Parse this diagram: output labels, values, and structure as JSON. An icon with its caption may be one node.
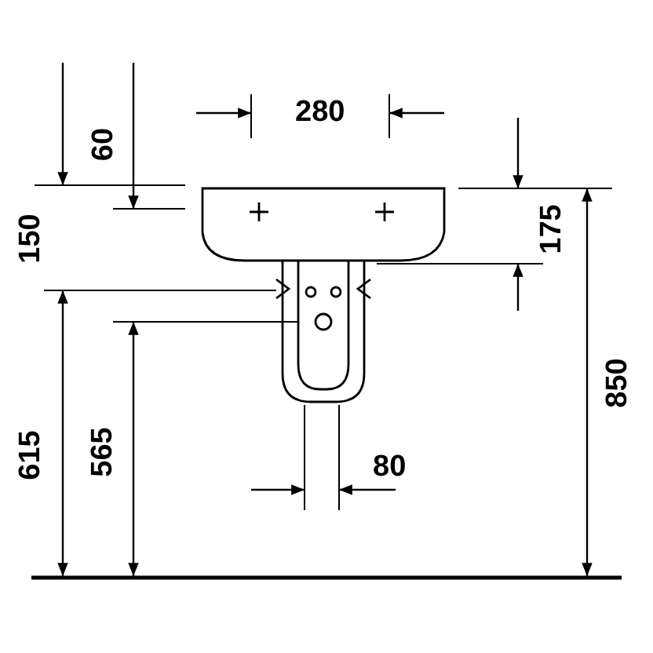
{
  "diagram": {
    "labels": [
      "280",
      "60",
      "150",
      "175",
      "615",
      "565",
      "80",
      "850"
    ]
  }
}
